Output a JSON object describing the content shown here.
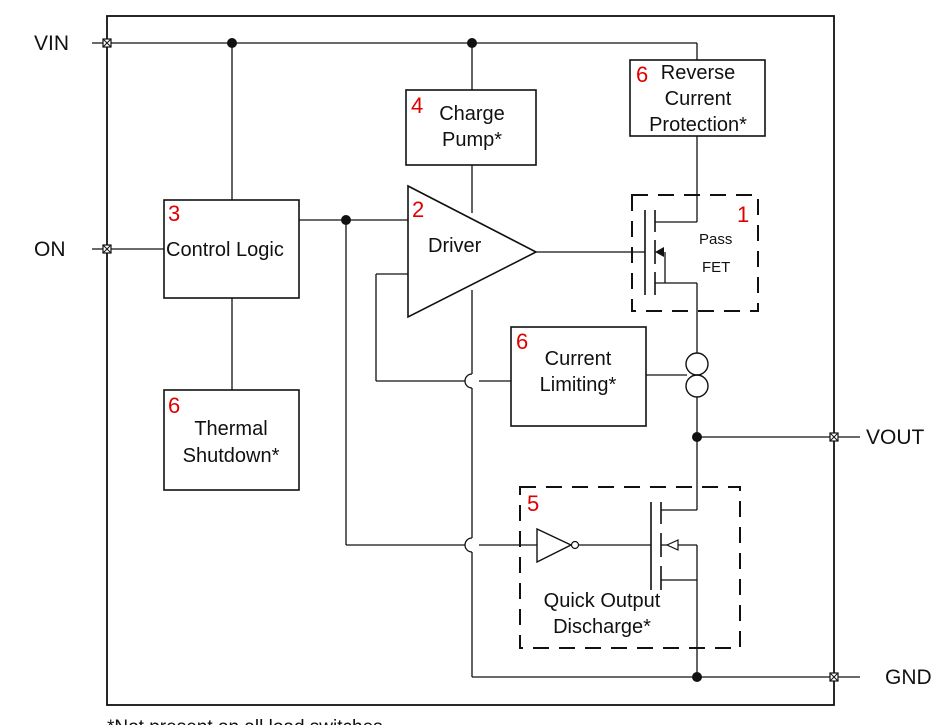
{
  "pins": {
    "vin": "VIN",
    "on": "ON",
    "vout": "VOUT",
    "gnd": "GND"
  },
  "blocks": {
    "pass_fet": {
      "number": "1",
      "line1": "Pass",
      "line2": "FET"
    },
    "driver": {
      "number": "2",
      "label": "Driver"
    },
    "control_logic": {
      "number": "3",
      "label": "Control Logic"
    },
    "charge_pump": {
      "number": "4",
      "line1": "Charge",
      "line2": "Pump*"
    },
    "quick_output_discharge": {
      "number": "5",
      "line1": "Quick Output",
      "line2": "Discharge*"
    },
    "reverse_current_protection": {
      "number": "6",
      "line1": "Reverse",
      "line2": "Current",
      "line3": "Protection*"
    },
    "current_limiting": {
      "number": "6",
      "line1": "Current",
      "line2": "Limiting*"
    },
    "thermal_shutdown": {
      "number": "6",
      "line1": "Thermal",
      "line2": "Shutdown*"
    }
  },
  "footnote": "*Not present on all load switches",
  "colors": {
    "line": "#111111",
    "number_red": "#e00000"
  }
}
